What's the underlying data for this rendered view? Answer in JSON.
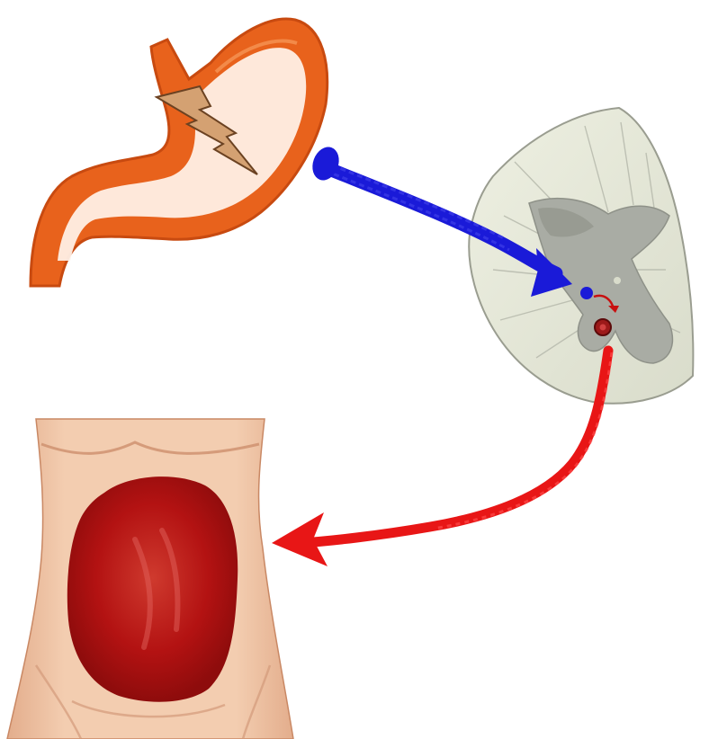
{
  "diagram": {
    "nodes": [
      {
        "id": "stomach",
        "kind": "organ-illustration"
      },
      {
        "id": "pain-stimulus",
        "kind": "lightning-bolt"
      },
      {
        "id": "spinal-cord",
        "kind": "cross-section"
      },
      {
        "id": "abdomen",
        "kind": "torso-illustration"
      }
    ],
    "edges": [
      {
        "from": "stomach",
        "to": "spinal-cord",
        "pathway": "afferent"
      },
      {
        "from": "spinal-cord",
        "to": "abdomen",
        "pathway": "referred"
      }
    ]
  },
  "colors": {
    "stomach": "#e8621c",
    "stomach_dark": "#c84a10",
    "bolt": "#d4a172",
    "afferent_arrow": "#1a1ad8",
    "referred_arrow": "#e81616",
    "spinal_white_matter": "#e6e9d8",
    "spinal_gray_matter": "#a9aca4",
    "skin": "#efc6a6",
    "skin_shadow": "#d99b7c",
    "referred_pain_area": "#b31212"
  }
}
